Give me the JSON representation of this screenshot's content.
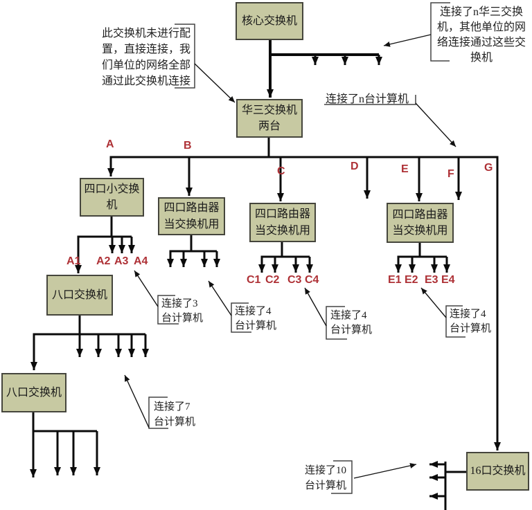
{
  "diagram": {
    "nodes": {
      "core_switch": "核心交换机",
      "h3c_switch": "华三交换机两台",
      "small_switch_4port": "四口小交换机",
      "router_b": "四口路由器当交换机用",
      "router_c": "四口路由器当交换机用",
      "router_e": "四口路由器当交换机用",
      "switch_8port_upper": "八口交换机",
      "switch_8port_lower": "八口交换机",
      "switch_16port": "16口交换机"
    },
    "annotations": {
      "unconfigured_note": "此交换机未进行配\n置，直接连接，我\n们单位的网络全部\n通过此交换机连接",
      "h3c_uplink_note": "连接了n华三交换\n机，其他单位的网\n络连接通过这些交\n换机",
      "n_computers_note": "连接了n台计算机",
      "a_computers_note": "连接了3\n台计算机",
      "b_computers_note": "连接了4\n台计算机",
      "c_computers_note": "连接了4\n台计算机",
      "e_computers_note": "连接了4\n台计算机",
      "seven_computers_note": "连接了7\n台计算机",
      "ten_computers_note": "连接了10\n台计算机"
    },
    "port_labels": {
      "A": "A",
      "B": "B",
      "C": "C",
      "D": "D",
      "E": "E",
      "F": "F",
      "G": "G",
      "A1": "A1",
      "A2": "A2",
      "A3": "A3",
      "A4": "A4",
      "C1": "C1",
      "C2": "C2",
      "C3": "C3",
      "C4": "C4",
      "E1": "E1",
      "E2": "E2",
      "E3": "E3",
      "E4": "E4"
    },
    "colors": {
      "node_fill": "#c7c9a2",
      "node_border": "#45453c",
      "port_label_red": "#ae3136",
      "connector_black": "#0b0b0b",
      "annotation_gray": "#444444",
      "background": "#ffffff"
    }
  }
}
